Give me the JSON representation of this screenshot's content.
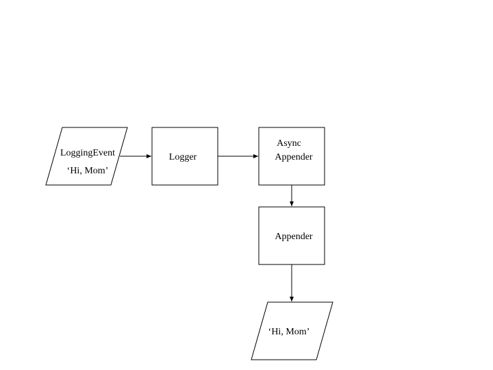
{
  "nodes": {
    "logging_event": {
      "line1": "LoggingEvent",
      "line2": "‘Hi, Mom’"
    },
    "logger": {
      "label": "Logger"
    },
    "async_appender": {
      "line1": "Async",
      "line2": "Appender"
    },
    "appender": {
      "label": "Appender"
    },
    "output": {
      "label": "‘Hi, Mom’"
    }
  },
  "colors": {
    "stroke": "#000000",
    "background": "#ffffff"
  }
}
